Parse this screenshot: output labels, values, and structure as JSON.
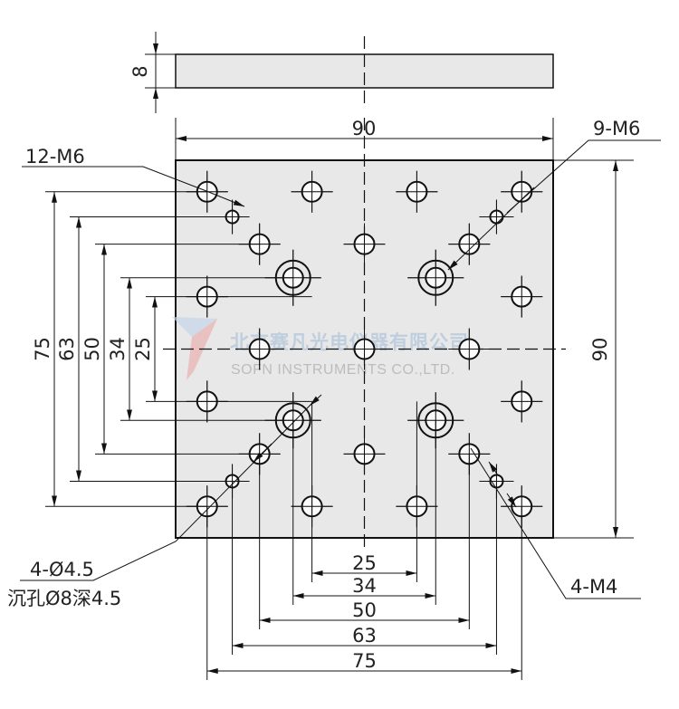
{
  "drawing": {
    "thickness_label": "8",
    "width_label": "90",
    "height_label": "90",
    "left_dims": [
      "75",
      "63",
      "50",
      "34",
      "25"
    ],
    "bottom_dims": [
      "25",
      "34",
      "50",
      "63",
      "75"
    ],
    "callouts": {
      "m6_12": "12-M6",
      "m6_9": "9-M6",
      "thru_hole": "4-Ø4.5",
      "counterbore": "沉孔Ø8深4.5",
      "m4": "4-M4"
    },
    "colors": {
      "plate_fill": "#e8e8e8",
      "line": "#111111",
      "watermark_blue": "#9fbad6",
      "watermark_red": "#e6a0a0"
    }
  },
  "watermark": {
    "cn": "北京赛凡光电仪器有限公司",
    "en": "SOFN INSTRUMENTS CO.,LTD."
  }
}
